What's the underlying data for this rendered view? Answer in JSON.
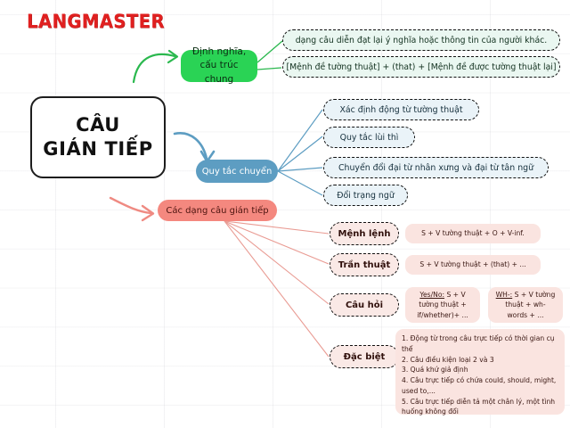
{
  "brand": {
    "logo_text": "LANGMASTER",
    "logo_color": "#e02020"
  },
  "central_topic": {
    "line1": "CÂU",
    "line2": "GIÁN TIẾP"
  },
  "branches": {
    "definition": {
      "color": "#2ad355",
      "label": "Định nghĩa, cấu trúc chung",
      "leaves": [
        "dạng câu diễn đạt lại ý nghĩa hoặc thông tin của người khác.",
        "[Mệnh đề tường thuật] + (that) + [Mệnh đề được tường thuật lại]"
      ]
    },
    "rules": {
      "color": "#5d9dc2",
      "label": "Quy tắc chuyển",
      "leaves": [
        "Xác định động từ tường thuật",
        "Quy tắc lùi thì",
        "Chuyển đổi đại từ nhân xưng và đại từ tân ngữ",
        "Đổi trạng ngữ"
      ]
    },
    "types": {
      "color": "#f4887f",
      "label": "Các dạng câu gián tiếp",
      "items": [
        {
          "name": "Mệnh lệnh",
          "formulas": [
            {
              "prefix": "",
              "text": "S + V tường thuật + O + V-inf."
            }
          ]
        },
        {
          "name": "Trần thuật",
          "formulas": [
            {
              "prefix": "",
              "text": "S + V tường thuật + (that) + ..."
            }
          ]
        },
        {
          "name": "Câu hỏi",
          "formulas": [
            {
              "prefix": "Yes/No:",
              "text": " S + V tường thuật + if/whether)+ ..."
            },
            {
              "prefix": "WH-:",
              "text": " S + V tường thuật + wh- words + ..."
            }
          ]
        },
        {
          "name": "Đặc biệt",
          "notes": [
            "1. Động từ trong câu trực tiếp có thời gian cụ thể",
            "2. Câu điều kiện loại 2 và 3",
            "3. Quá khứ giả định",
            "4. Câu trực tiếp có chứa could, should, might, used to,...",
            "5. Câu trực tiếp diễn tả một chân lý, một tình huống không đổi"
          ]
        }
      ]
    }
  }
}
